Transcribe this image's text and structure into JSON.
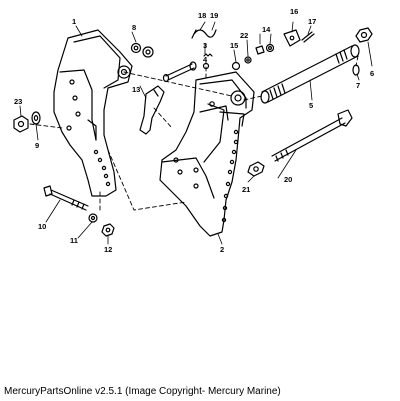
{
  "caption": "MercuryPartsOnline v2.5.1 (Image Copyright- Mercury Marine)",
  "callouts": [
    "1",
    "2",
    "3",
    "4",
    "5",
    "6",
    "7",
    "8",
    "9",
    "10",
    "11",
    "12",
    "13",
    "14",
    "15",
    "16",
    "17",
    "18",
    "19",
    "20",
    "21",
    "22",
    "23"
  ]
}
